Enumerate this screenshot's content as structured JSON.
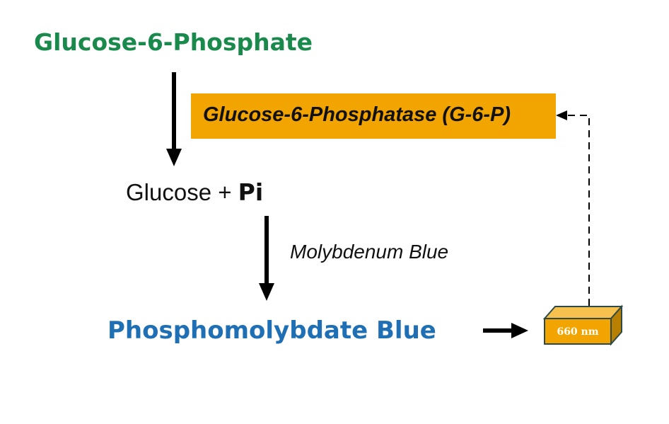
{
  "substrate": "Glucose-6-Phosphate",
  "enzyme": "Glucose-6-Phosphatase (G-6-P)",
  "products": {
    "glucose": "Glucose + ",
    "pi": "Pi"
  },
  "reagent": "Molybdenum Blue",
  "complex": "Phosphomolybdate Blue",
  "cuvette_label": "660 nm",
  "colors": {
    "substrate": "#1a8a4c",
    "enzyme_box": "#f2a500",
    "complex": "#1f6fb5",
    "cuvette": "#f2a500"
  }
}
